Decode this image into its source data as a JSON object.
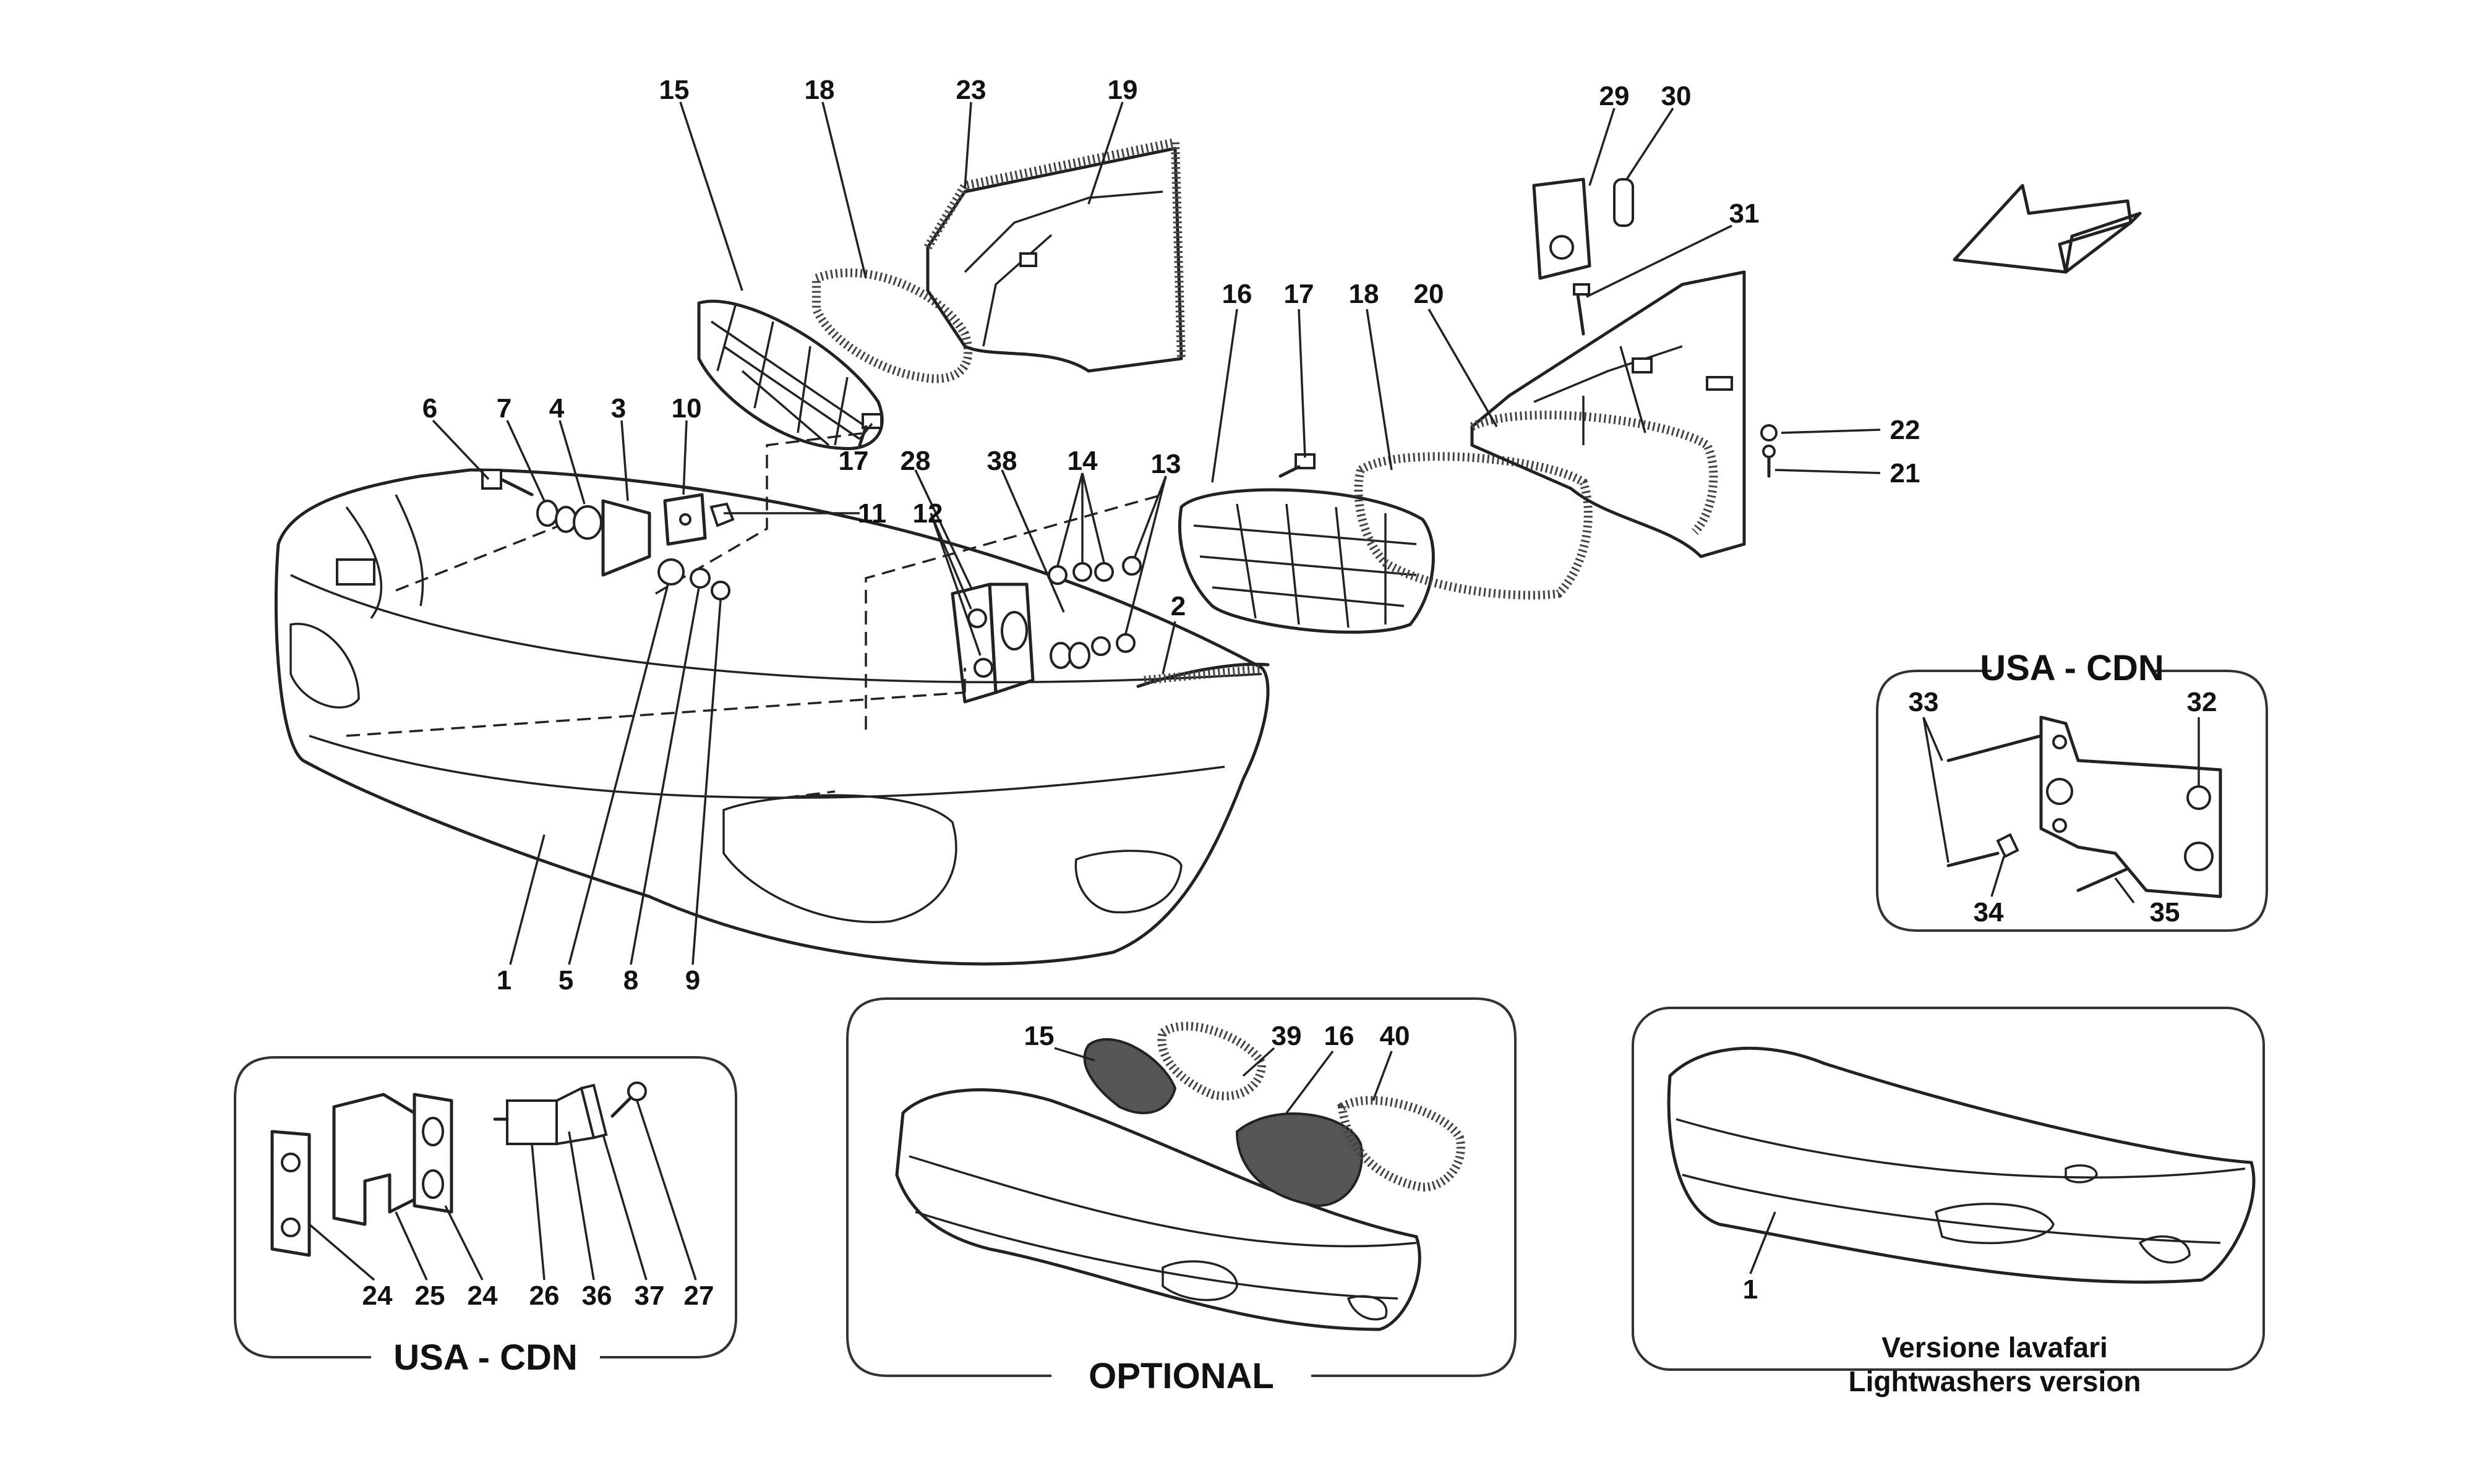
{
  "callouts": {
    "c1": "1",
    "c2": "2",
    "c3": "3",
    "c4": "4",
    "c5": "5",
    "c6": "6",
    "c7": "7",
    "c8": "8",
    "c9": "9",
    "c10": "10",
    "c11": "11",
    "c12": "12",
    "c13": "13",
    "c14": "14",
    "c15": "15",
    "c16": "16",
    "c17a": "17",
    "c17b": "17",
    "c18a": "18",
    "c18b": "18",
    "c19": "19",
    "c20": "20",
    "c21": "21",
    "c22": "22",
    "c23": "23",
    "c28": "28",
    "c29": "29",
    "c30": "30",
    "c31": "31",
    "c38": "38"
  },
  "inset_usa_plate": {
    "title": "USA - CDN",
    "labels": {
      "c32": "32",
      "c33": "33",
      "c34": "34",
      "c35": "35"
    }
  },
  "inset_usa_spacers": {
    "title": "USA - CDN",
    "labels": {
      "c24a": "24",
      "c25": "25",
      "c24b": "24",
      "c26": "26",
      "c36": "36",
      "c37": "37",
      "c27": "27"
    }
  },
  "inset_optional": {
    "title": "OPTIONAL",
    "labels": {
      "c15": "15",
      "c39": "39",
      "c16": "16",
      "c40": "40"
    }
  },
  "inset_lightwashers": {
    "caption_line1": "Versione lavafari",
    "caption_line2": "Lightwashers version",
    "labels": {
      "c1": "1"
    }
  }
}
